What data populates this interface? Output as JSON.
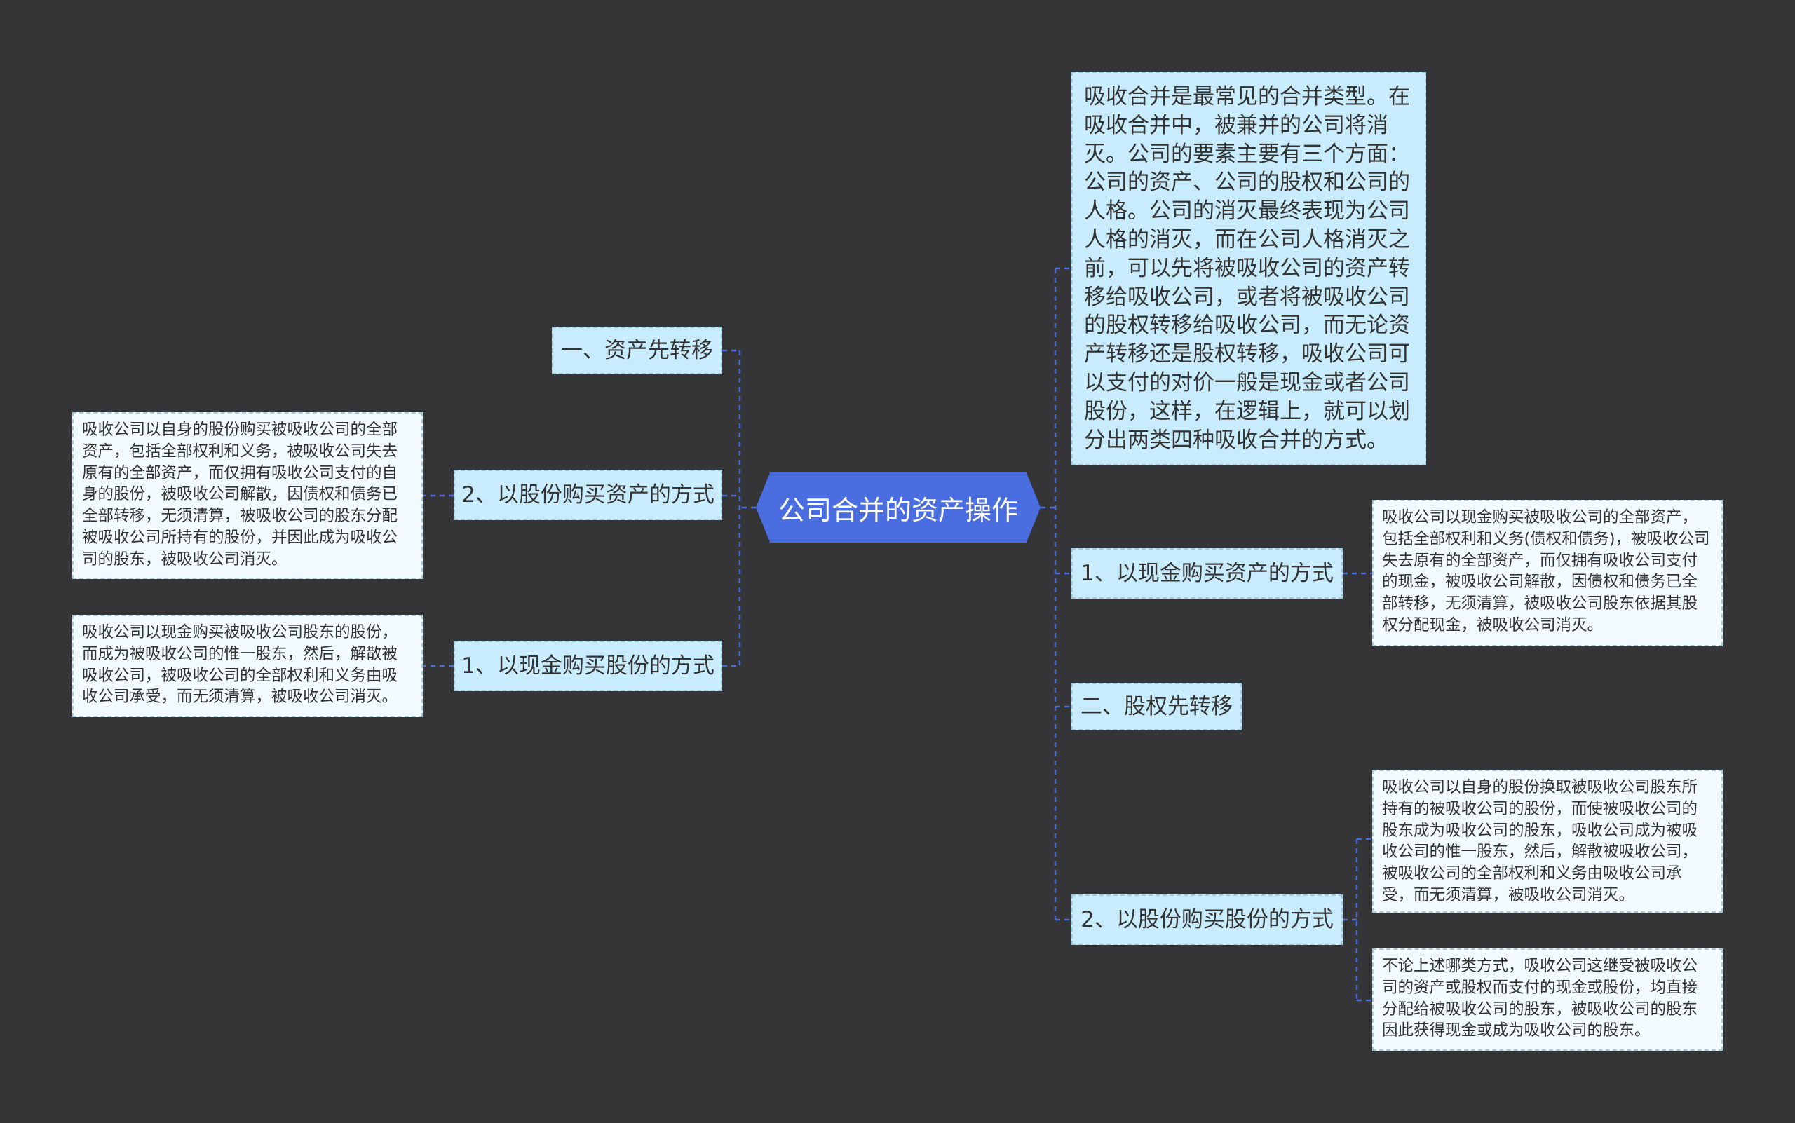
{
  "central": {
    "label": "公司合并的资产操作"
  },
  "left": {
    "asset_first": {
      "label": "一、资产先转移"
    },
    "stock_for_assets": {
      "label": "2、以股份购买资产的方式",
      "detail": "吸收公司以自身的股份购买被吸收公司的全部资产，包括全部权利和义务，被吸收公司失去原有的全部资产，而仅拥有吸收公司支付的自身的股份，被吸收公司解散，因债权和债务已全部转移，无须清算，被吸收公司的股东分配被吸收公司所持有的股份，并因此成为吸收公司的股东，被吸收公司消灭。"
    },
    "cash_for_shares": {
      "label": "1、以现金购买股份的方式",
      "detail": "吸收公司以现金购买被吸收公司股东的股份，而成为被吸收公司的惟一股东，然后，解散被吸收公司，被吸收公司的全部权利和义务由吸收公司承受，而无须清算，被吸收公司消灭。"
    }
  },
  "right": {
    "intro": "吸收合并是最常见的合并类型。在吸收合并中，被兼并的公司将消灭。公司的要素主要有三个方面：公司的资产、公司的股权和公司的人格。公司的消灭最终表现为公司人格的消灭，而在公司人格消灭之前，可以先将被吸收公司的资产转移给吸收公司，或者将被吸收公司的股权转移给吸收公司，而无论资产转移还是股权转移，吸收公司可以支付的对价一般是现金或者公司股份，这样，在逻辑上，就可以划分出两类四种吸收合并的方式。",
    "cash_for_assets": {
      "label": "1、以现金购买资产的方式",
      "detail": "吸收公司以现金购买被吸收公司的全部资产，包括全部权利和义务(债权和债务)，被吸收公司失去原有的全部资产，而仅拥有吸收公司支付的现金，被吸收公司解散，因债权和债务已全部转移，无须清算，被吸收公司股东依据其股权分配现金，被吸收公司消灭。"
    },
    "equity_first": {
      "label": "二、股权先转移"
    },
    "stock_for_shares": {
      "label": "2、以股份购买股份的方式",
      "detail1": "吸收公司以自身的股份换取被吸收公司股东所持有的被吸收公司的股份，而使被吸收公司的股东成为吸收公司的股东，吸收公司成为被吸收公司的惟一股东，然后，解散被吸收公司，被吸收公司的全部权利和义务由吸收公司承受，而无须清算，被吸收公司消灭。",
      "detail2": "不论上述哪类方式，吸收公司这继受被吸收公司的资产或股权而支付的现金或股份，均直接分配给被吸收公司的股东，被吸收公司的股东因此获得现金或成为吸收公司的股东。"
    }
  },
  "colors": {
    "background": "#353437",
    "central": "#4a6ee0",
    "branch_fill": "#c9ecfc",
    "leaf_fill": "#f1fbff",
    "connector": "#4a6ee0"
  }
}
